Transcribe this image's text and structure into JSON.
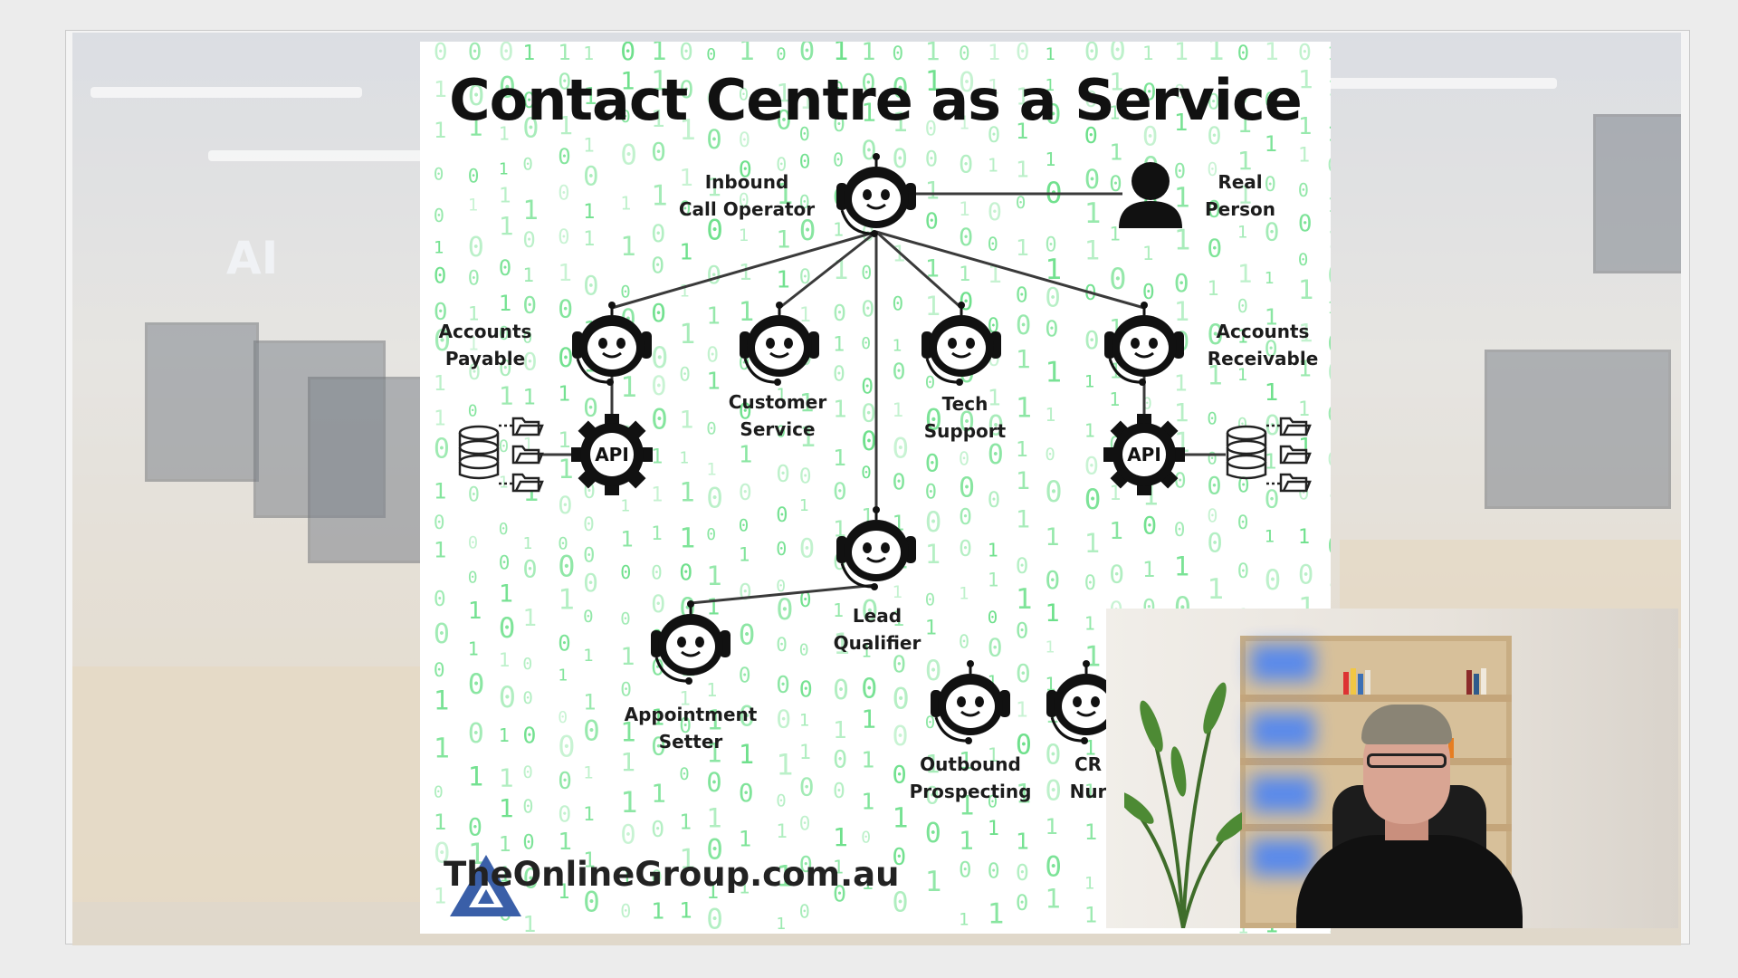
{
  "slide": {
    "title": "Contact Centre as a Service",
    "brand_url": "TheOnlineGroup.com.au"
  },
  "nodes": {
    "inbound": "Inbound\nCall Operator",
    "real_person": "Real\nPerson",
    "accounts_payable": "Accounts\nPayable",
    "customer_service": "Customer\nService",
    "tech_support": "Tech\nSupport",
    "accounts_receivable": "Accounts\nReceivable",
    "lead_qualifier": "Lead\nQualifier",
    "appointment_setter": "Appointment\nSetter",
    "outbound_prospecting": "Outbound\nProspecting",
    "crm_nurture_partial": "CR\nNur"
  },
  "api_label": "API",
  "backdrop_text": "AI",
  "colors": {
    "digits": "#2fd35a",
    "ink": "#111111",
    "brand_blue": "#3a5fa8"
  }
}
